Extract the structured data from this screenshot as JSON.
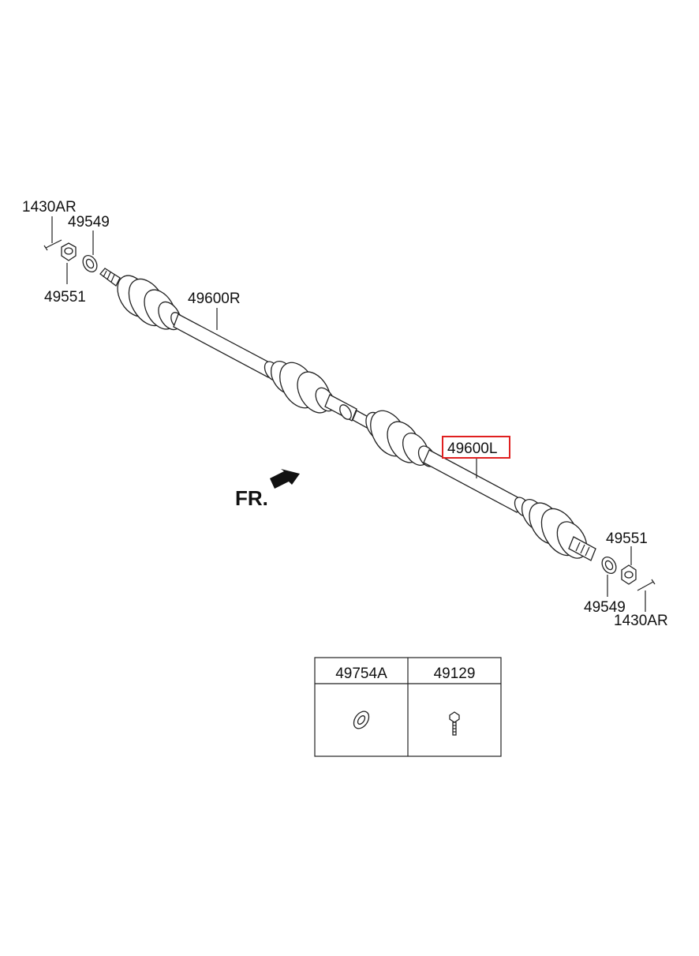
{
  "labels": {
    "cotter_pin_right": "1430AR",
    "washer_right": "49549",
    "nut_right": "49551",
    "shaft_right": "49600R",
    "shaft_left": "49600L",
    "nut_left": "49551",
    "washer_left": "49549",
    "cotter_pin_left": "1430AR",
    "front_marker": "FR."
  },
  "highlight_color": "#e02020",
  "table": {
    "headers": [
      "49754A",
      "49129"
    ],
    "icons": [
      "washer-icon",
      "bolt-icon"
    ]
  }
}
